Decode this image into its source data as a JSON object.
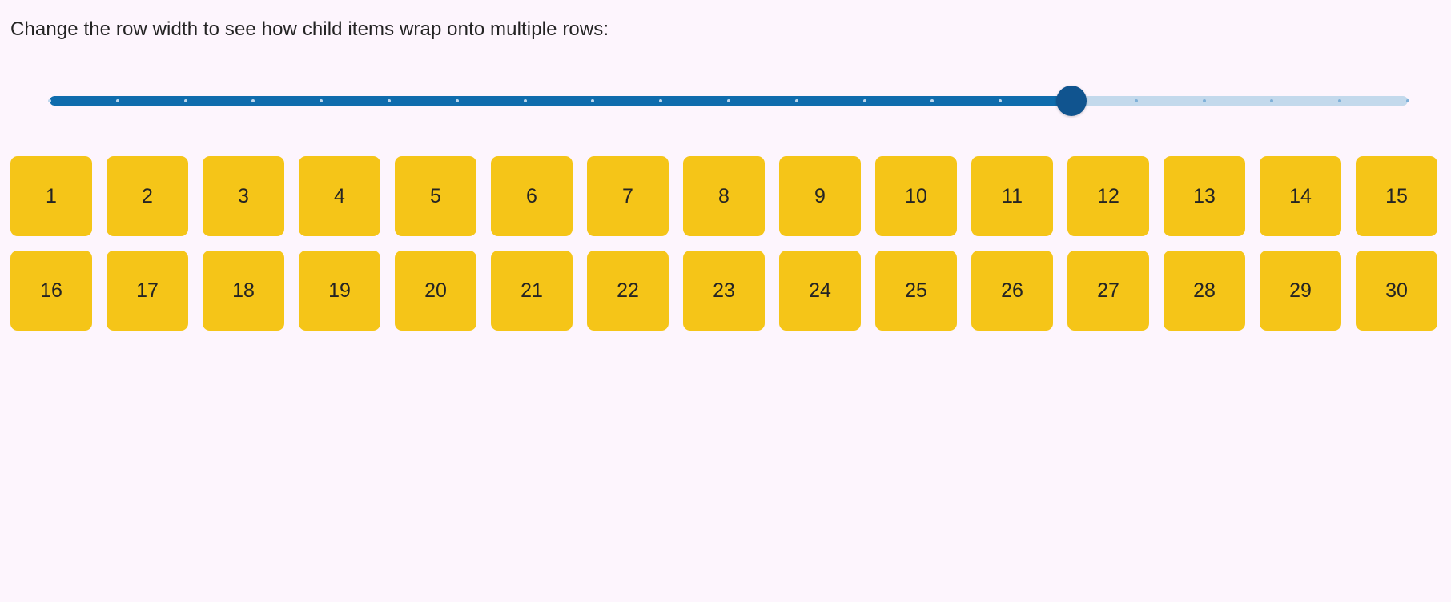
{
  "page": {
    "background_color": "#fdf5fd",
    "instruction": "Change the row width to see how child items wrap onto multiple rows:"
  },
  "slider": {
    "name": "row-width-slider",
    "orientation": "horizontal",
    "min": 0,
    "max": 20,
    "step": 1,
    "value": 15,
    "percent": 75,
    "tick_count": 21,
    "fill_color": "#0f6cad",
    "rail_color": "#c3d9ec",
    "thumb_color": "#10548f",
    "tick_color": "#7fb0d8",
    "tick_color_on_fill": "#bcd6ec"
  },
  "grid": {
    "items_per_row": 15,
    "item_color": "#f5c518",
    "item_text_color": "#242424",
    "gap": 18,
    "items": [
      "1",
      "2",
      "3",
      "4",
      "5",
      "6",
      "7",
      "8",
      "9",
      "10",
      "11",
      "12",
      "13",
      "14",
      "15",
      "16",
      "17",
      "18",
      "19",
      "20",
      "21",
      "22",
      "23",
      "24",
      "25",
      "26",
      "27",
      "28",
      "29",
      "30"
    ]
  }
}
